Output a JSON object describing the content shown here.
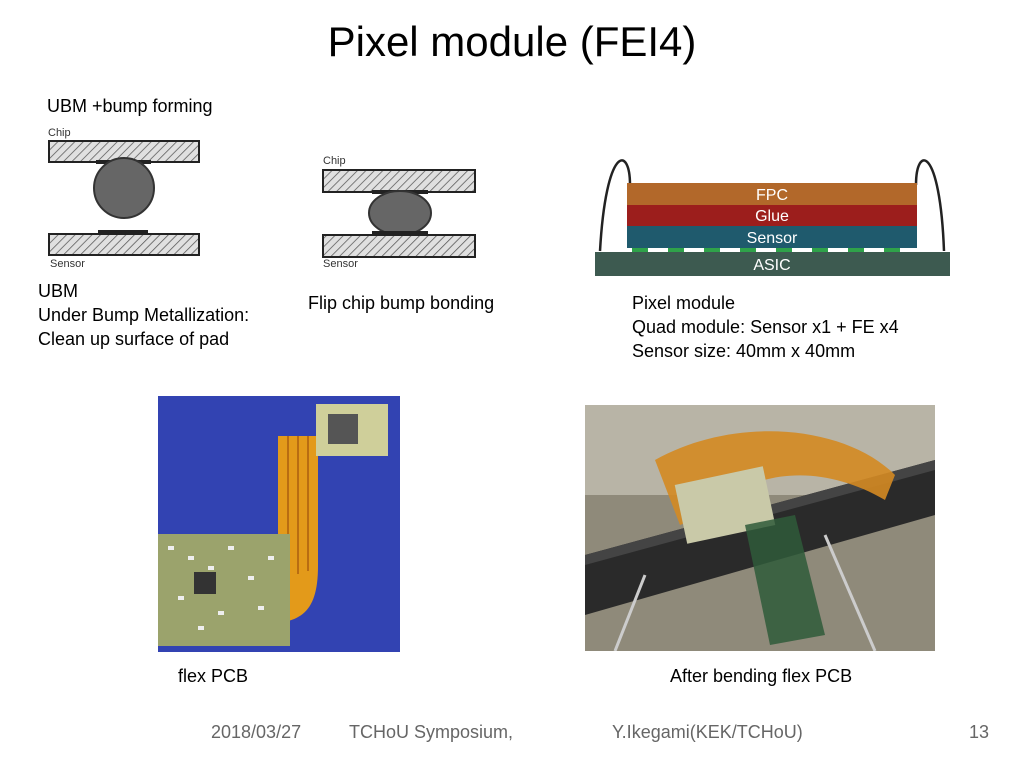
{
  "slide": {
    "title": "Pixel module  (FEI4)",
    "ubm": {
      "heading": "UBM +bump forming",
      "chip_label": "Chip",
      "sensor_label": "Sensor",
      "caption": [
        "UBM",
        "Under Bump Metallization:",
        "Clean up surface of pad"
      ]
    },
    "flip": {
      "chip_label": "Chip",
      "sensor_label": "Sensor",
      "caption": "Flip chip bump bonding"
    },
    "stack": {
      "layers": [
        "FPC",
        "Glue",
        "Sensor",
        "ASIC"
      ],
      "colors": {
        "fpc": "#b2682a",
        "glue": "#9c1e1c",
        "sensor": "#1f5a6d",
        "asic": "#3d5a50"
      },
      "caption": [
        "Pixel module",
        "Quad module: Sensor x1 + FE x4",
        "Sensor size: 40mm x 40mm"
      ]
    },
    "photo_left_caption": "flex PCB",
    "photo_right_caption": "After bending flex PCB"
  },
  "footer": {
    "date": "2018/03/27",
    "event": "TCHoU Symposium,",
    "author": "Y.Ikegami(KEK/TCHoU)",
    "page": "13"
  }
}
